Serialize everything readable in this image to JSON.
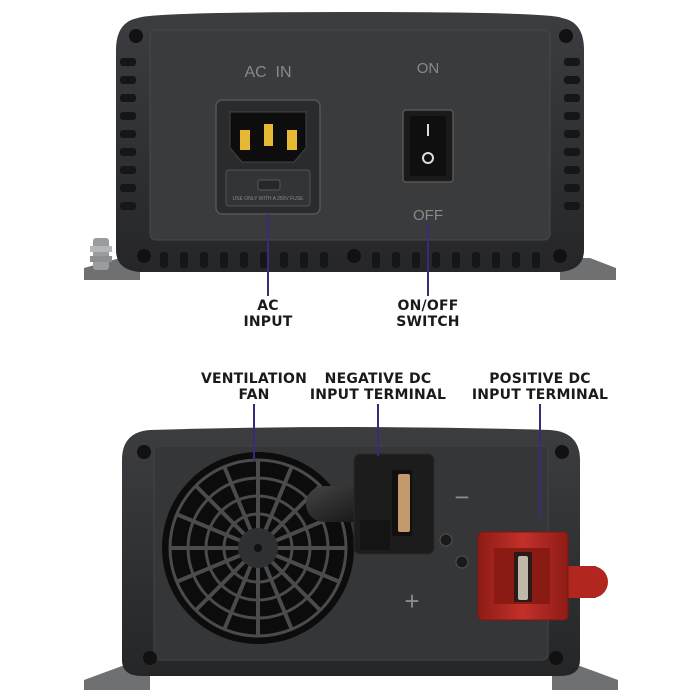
{
  "top_unit": {
    "panel_text": {
      "ac_in": "AC  IN",
      "on": "ON",
      "off": "OFF",
      "fuse_note": "USE ONLY WITH A 250V FUSE"
    },
    "callouts": {
      "ac_input": [
        "AC",
        "INPUT"
      ],
      "on_off_switch": [
        "ON/OFF",
        "SWITCH"
      ]
    }
  },
  "bottom_unit": {
    "panel_text": {
      "minus_mark": "−",
      "plus_mark": "+"
    },
    "callouts": {
      "ventilation_fan": [
        "VENTILATION",
        "FAN"
      ],
      "negative_dc": [
        "NEGATIVE DC",
        "INPUT TERMINAL"
      ],
      "positive_dc": [
        "POSITIVE DC",
        "INPUT TERMINAL"
      ]
    }
  },
  "colors": {
    "housing": "#2e2f31",
    "panel": "#3a3b3d",
    "leader_line": "#3b2a78",
    "positive_terminal": "#b1271f",
    "negative_terminal": "#1c1c1c",
    "label_text": "#1a1a1a"
  }
}
